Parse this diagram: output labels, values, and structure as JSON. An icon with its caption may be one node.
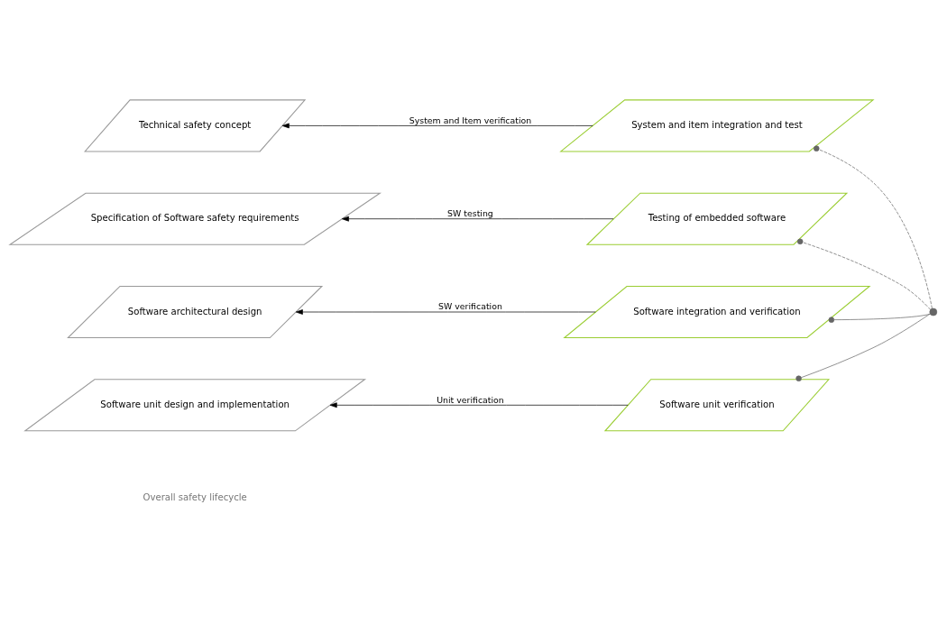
{
  "diagram": {
    "nodes": [
      {
        "text": [
          "Technical safety concept"
        ]
      },
      {
        "text": [
          "Specification of Software safety requirements"
        ]
      },
      {
        "text": [
          "Software architectural design"
        ]
      },
      {
        "text": [
          "Software unit design and implementation"
        ]
      },
      {
        "text": [
          "System and item integration and test"
        ]
      },
      {
        "text": [
          "Testing of embedded software"
        ]
      },
      {
        "text": [
          "Software integration and verification"
        ]
      },
      {
        "text": [
          "Software unit verification"
        ]
      },
      {
        "text": [],
        "shape": "circle"
      }
    ],
    "edges": [
      {
        "from": 4,
        "to": 0,
        "arrow": "to",
        "label": "System and Item verification"
      },
      {
        "from": 5,
        "to": 1,
        "arrow": "to",
        "label": "SW testing"
      },
      {
        "from": 6,
        "to": 2,
        "arrow": "to",
        "label": "SW verification"
      },
      {
        "from": 7,
        "to": 3,
        "arrow": "to",
        "label": "Unit verification"
      },
      {
        "from": 8,
        "to": 4,
        "arrow": "other",
        "style": "dashed",
        "color": "#666666"
      },
      {
        "from": 8,
        "to": 5,
        "arrow": "other",
        "style": "dashed",
        "color": "#666666"
      },
      {
        "from": 8,
        "to": 6,
        "arrow": "other",
        "color": "#666666"
      },
      {
        "from": 8,
        "to": 7,
        "arrow": "other",
        "color": "#666666"
      }
    ],
    "labels": [
      "Overall safety lifecycle"
    ]
  }
}
